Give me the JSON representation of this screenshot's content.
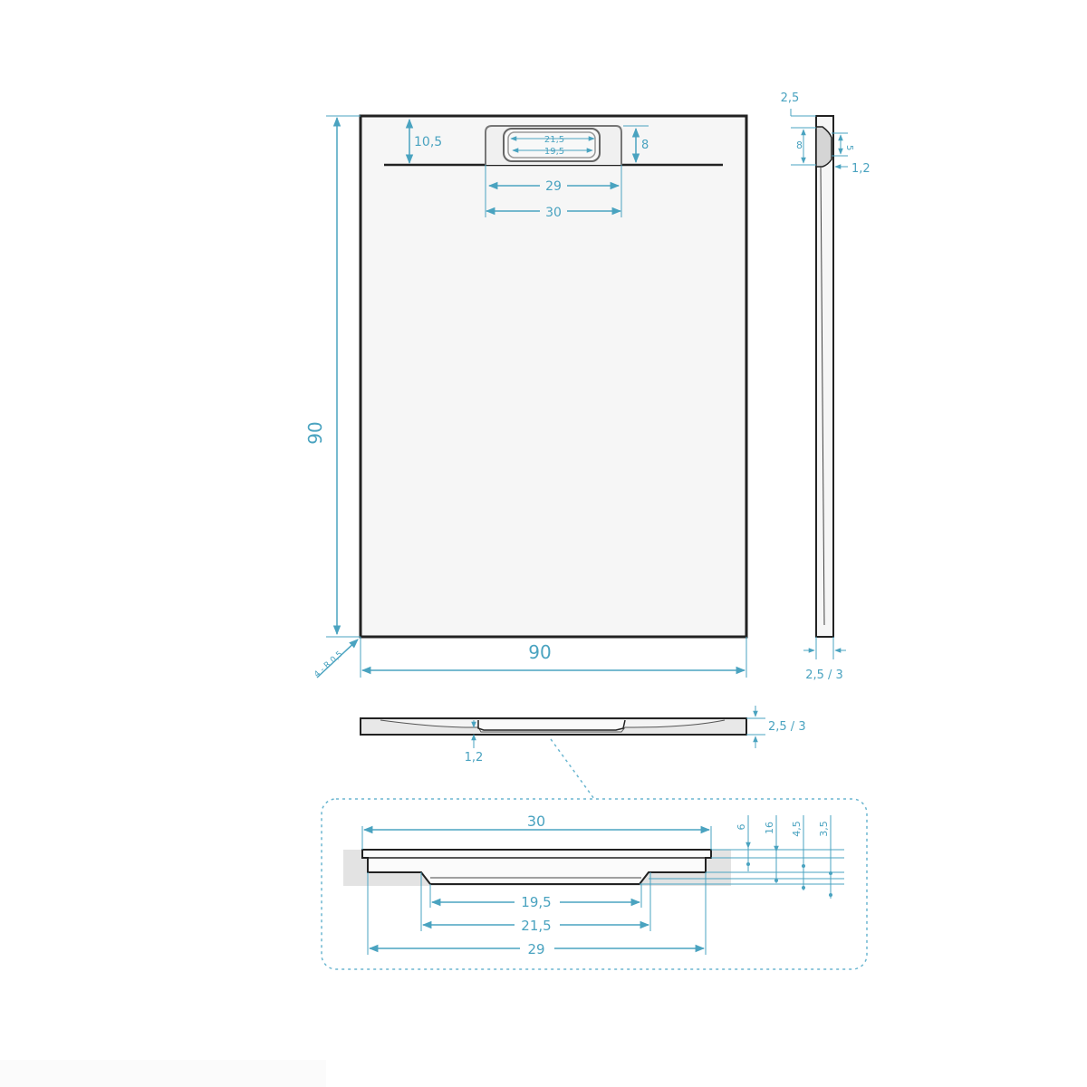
{
  "diagram": {
    "subject": "Shower tray technical drawing",
    "colors": {
      "outline": "#222222",
      "dimension": "#4aa3c0",
      "fill_light": "#f4f4f4",
      "fill_shade": "#d9d9d9",
      "dashed_detail": "#6bb6d0"
    },
    "top_view": {
      "width_label": "90",
      "length_label": "90",
      "drain_offset_label": "10,5",
      "drain_height_label": "8",
      "drain_outer_label": "21,5",
      "drain_inner_label": "19,5",
      "drain_width_29_label": "29",
      "drain_width_30_label": "30",
      "corner_radius_label": "4 - R 0,5"
    },
    "side_view": {
      "top_offset_label": "2,5",
      "drain_depth_label": "8",
      "drain_inner_depth_label": "5",
      "slope_label": "1,2",
      "thickness_label": "2,5 / 3"
    },
    "front_section": {
      "slope_label": "1,2",
      "thickness_label": "2,5 / 3"
    },
    "drain_detail": {
      "top_width_label": "30",
      "inner_bottom_label": "19,5",
      "inner_mid_label": "21,5",
      "body_width_label": "29",
      "vertical_labels": [
        "6",
        "16",
        "4,5",
        "3,5"
      ]
    }
  }
}
